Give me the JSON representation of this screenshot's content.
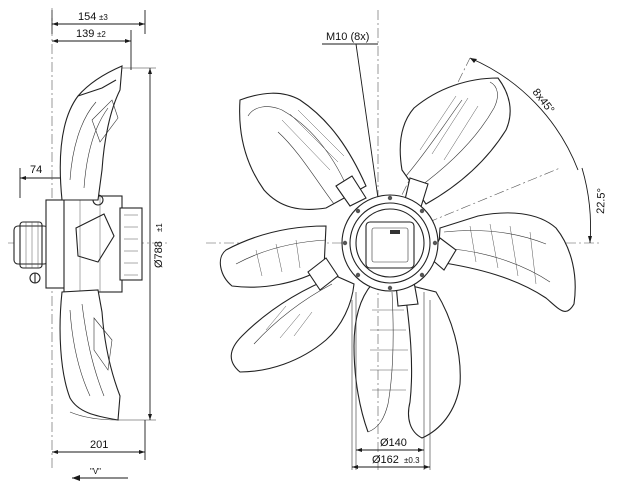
{
  "side_view": {
    "dim_overall_depth": "154",
    "dim_overall_depth_tol": "±3",
    "dim_blade_depth": "139",
    "dim_blade_depth_tol": "±2",
    "dim_hub_offset": "74",
    "dim_diameter": "Ø788",
    "dim_diameter_tol": "±1",
    "dim_base_depth": "201",
    "airflow_label": "\"V\""
  },
  "front_view": {
    "thread_label": "M10 (8x)",
    "angle_holes": "8x45°",
    "angle_offset": "22.5°",
    "dim_inner_bolt_circle": "Ø140",
    "dim_outer_bolt_circle": "Ø162",
    "dim_outer_bolt_circle_tol": "±0.3"
  }
}
